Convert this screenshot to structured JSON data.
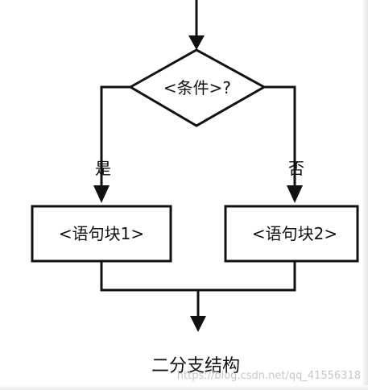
{
  "diagram": {
    "condition_label": "<条件>?",
    "yes_label": "是",
    "no_label": "否",
    "block1_label": "<语句块1>",
    "block2_label": "<语句块2>",
    "caption": "二分支结构",
    "watermark": "https://blog.csdn.net/qq_41556318"
  }
}
